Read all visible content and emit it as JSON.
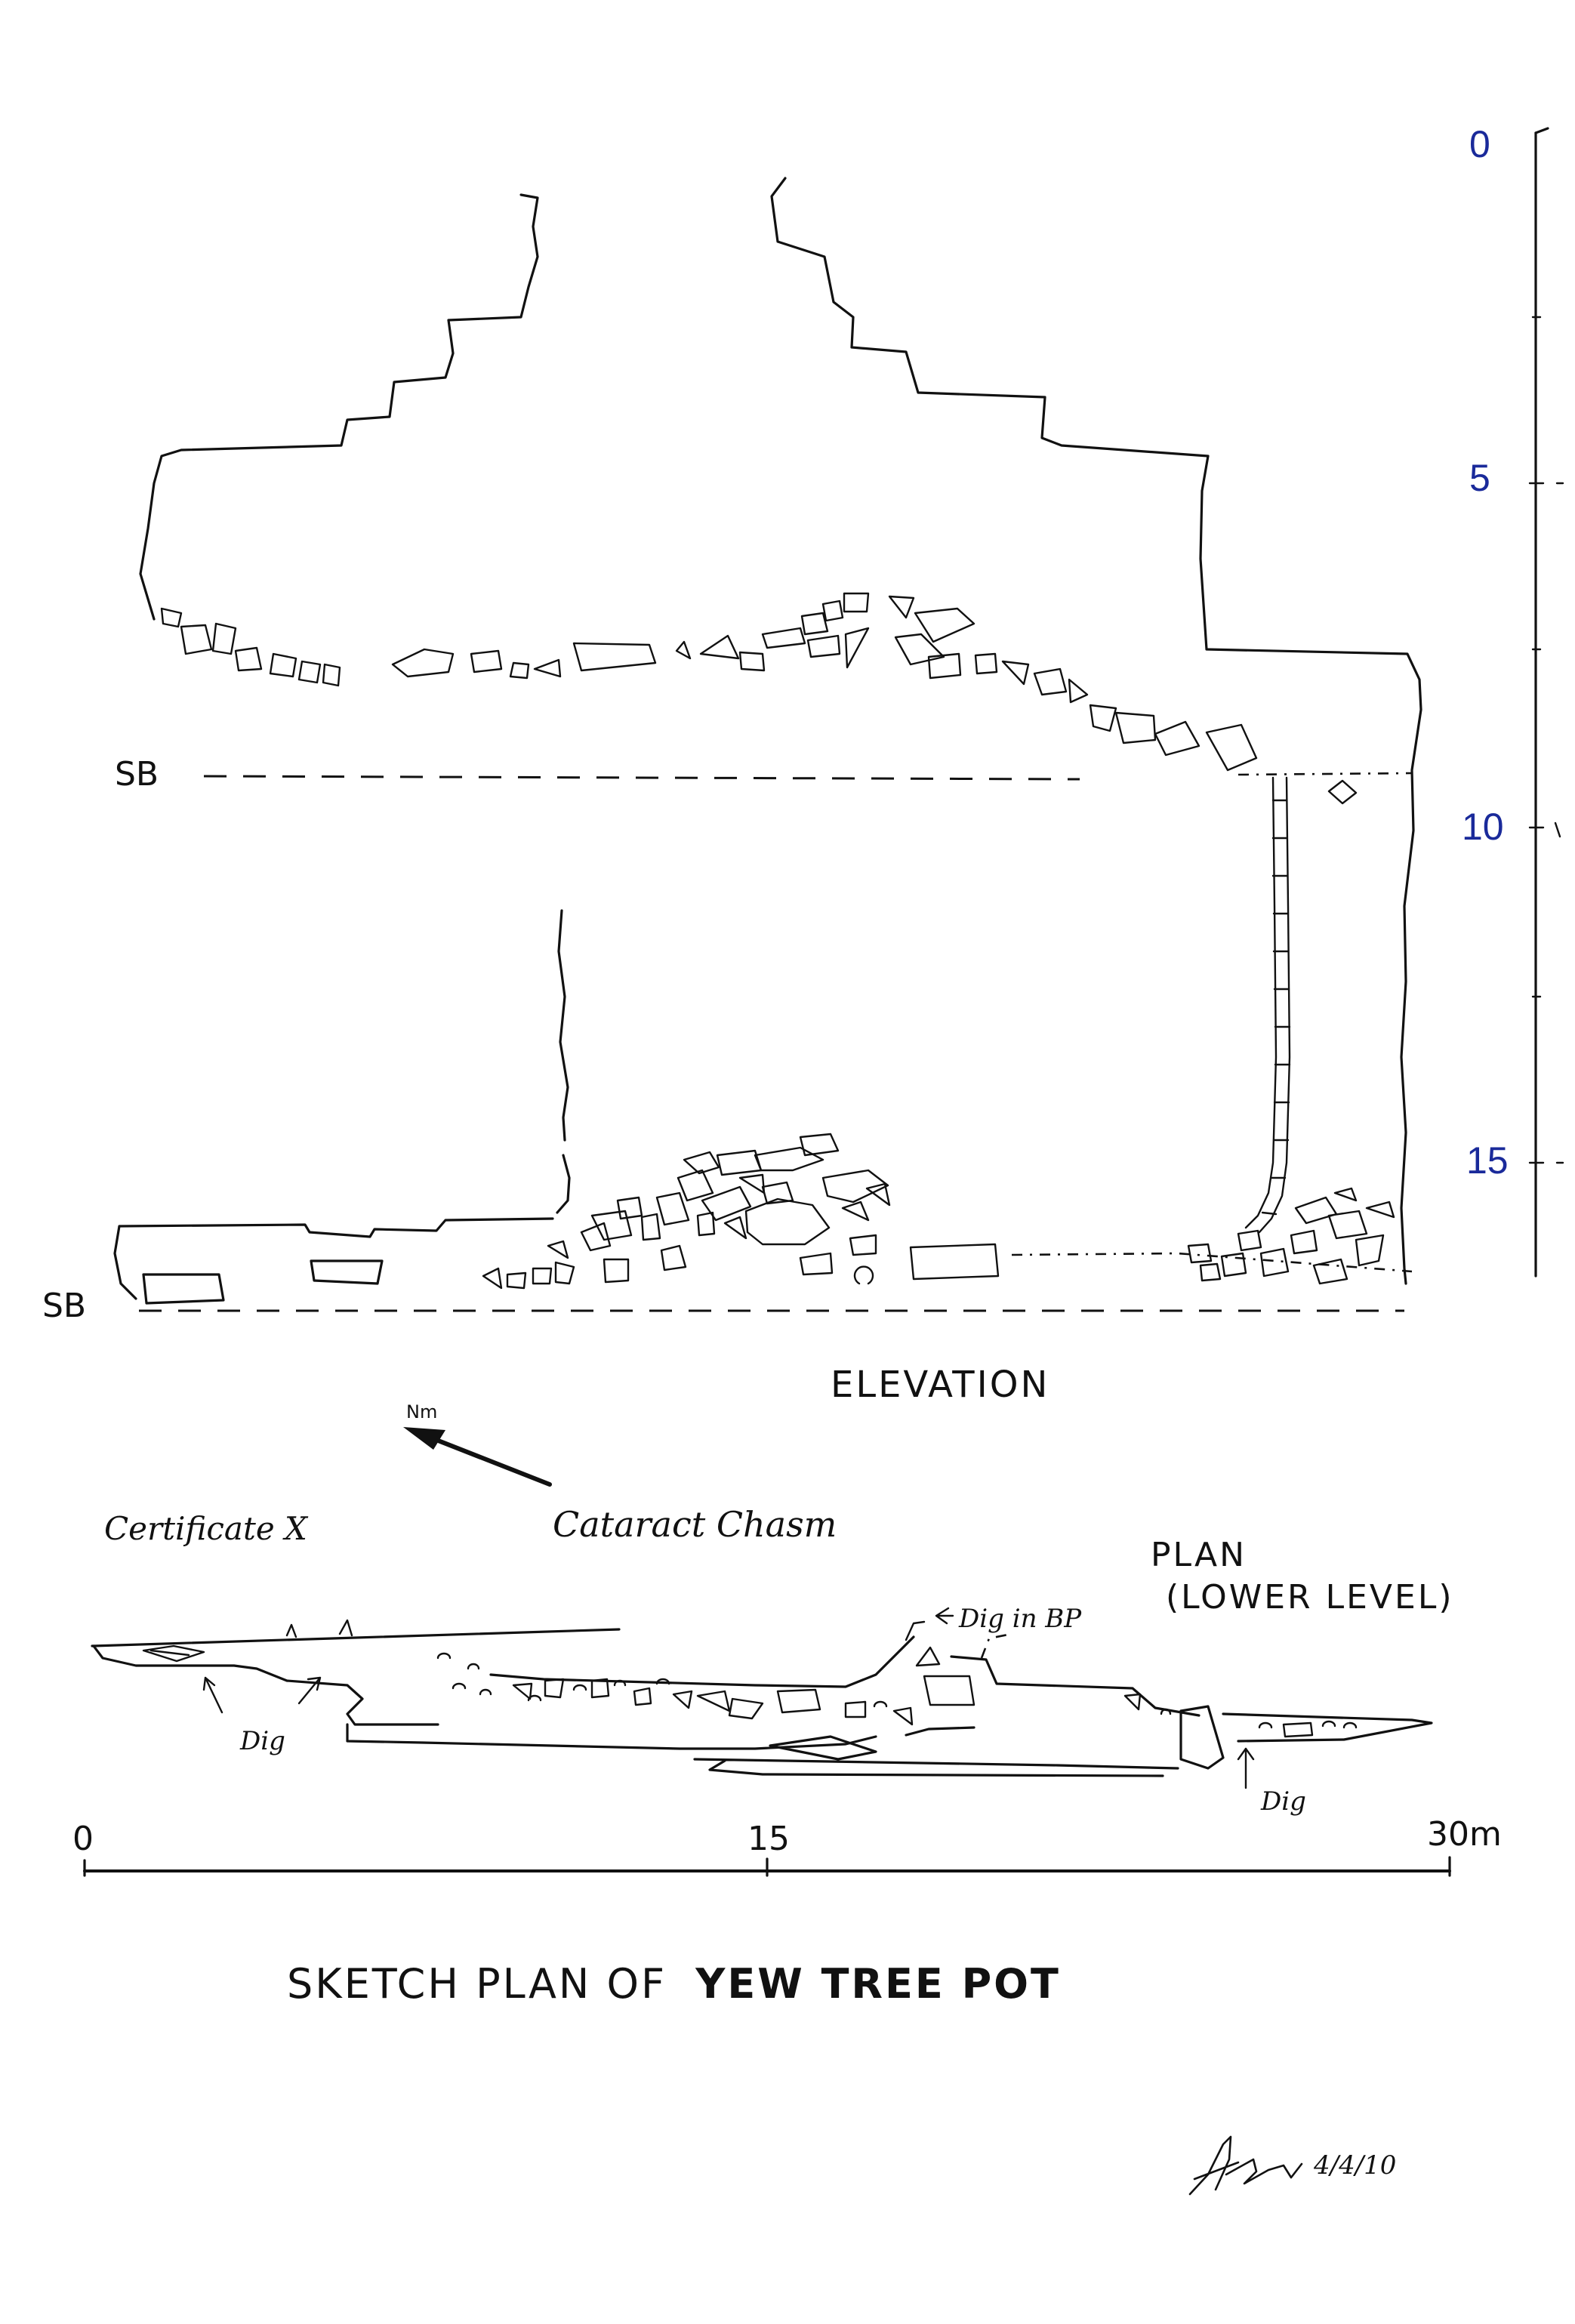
{
  "elevation": {
    "datum_top": "SB",
    "datum_bottom": "SB",
    "title": "ELEVATION"
  },
  "depth_scale": {
    "ticks": [
      "0",
      "5",
      "10",
      "15"
    ],
    "color": "#1a2a9a"
  },
  "north": {
    "label": "Nm"
  },
  "plan": {
    "label_left": "Certificate X",
    "label_center": "Cataract Chasm",
    "title_line1": "PLAN",
    "title_line2": "(LOWER LEVEL)",
    "dig_left": "Dig",
    "dig_bp": "Dig in BP",
    "dig_right": "Dig"
  },
  "horizontal_scale": {
    "ticks": [
      "0",
      "15",
      "30m"
    ]
  },
  "title": {
    "prefix": "SKETCH PLAN OF",
    "name": "YEW TREE POT"
  },
  "signature": {
    "date": "4/4/10"
  }
}
